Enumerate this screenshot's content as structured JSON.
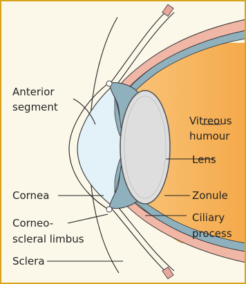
{
  "figure": {
    "colors": {
      "border": "#d9a21b",
      "background": "#fbf7e9",
      "vitreous": "#f7b45a",
      "sclera": "#f0b7a6",
      "ciliary": "#8fb0bd",
      "anterior_chamber": "#e3f1f9",
      "lens": "#dedede",
      "line": "#333333"
    },
    "labels": {
      "anterior_1": "Anterior",
      "anterior_2": "segment",
      "cornea": "Cornea",
      "limbus_1": "Corneo-",
      "limbus_2": "scleral limbus",
      "sclera": "Sclera",
      "vitreous_1": "Vitreous",
      "vitreous_2": "humour",
      "lens": "Lens",
      "zonule": "Zonule",
      "ciliary_1": "Ciliary",
      "ciliary_2": "process"
    }
  }
}
